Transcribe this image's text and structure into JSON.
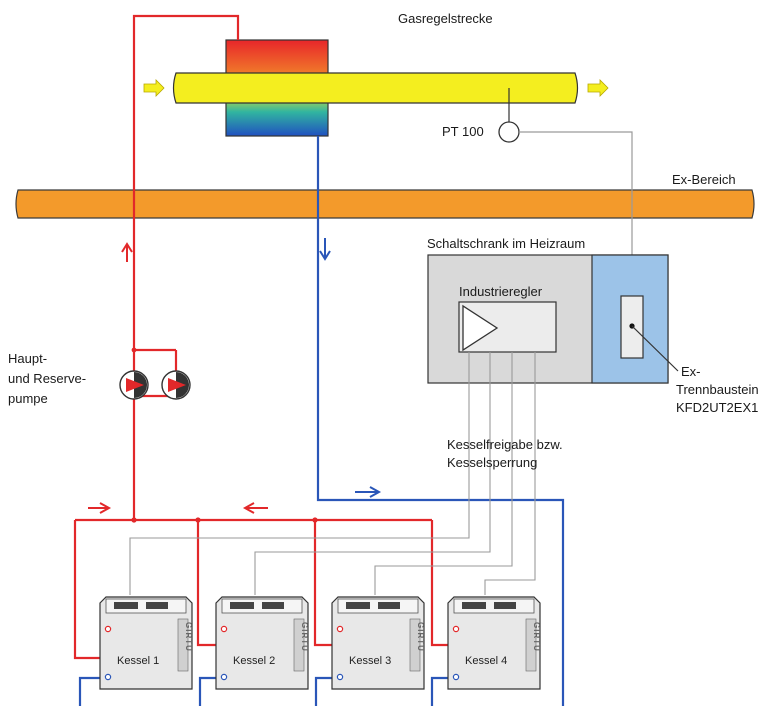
{
  "labels": {
    "gas_line": "Gasregelstrecke",
    "pt100": "PT 100",
    "ex_zone": "Ex-Bereich",
    "cabinet": "Schaltschrank im Heizraum",
    "controller": "Industrieregler",
    "pumps_line1": "Haupt-",
    "pumps_line2": "und Reserve-",
    "pumps_line3": "pumpe",
    "isolator_line1": "Ex-",
    "isolator_line2": "Trennbaustein",
    "isolator_line3": "KFD2UT2EX1",
    "release_line1": "Kesselfreigabe bzw.",
    "release_line2": "Kesselsperrung"
  },
  "boilers": [
    {
      "label": "Kessel 1",
      "brand": "GIRTU"
    },
    {
      "label": "Kessel 2",
      "brand": "GIRTU"
    },
    {
      "label": "Kessel 3",
      "brand": "GIRTU"
    },
    {
      "label": "Kessel 4",
      "brand": "GIRTU"
    }
  ],
  "colors": {
    "supply": "#e2282a",
    "return": "#2a56b8",
    "gas_pipe": "#f4ee1f",
    "ex_band": "#f39a2b",
    "cabinet": "#d9d9d9",
    "isolator_zone": "#9cc3e8",
    "signal": "#9a9a9a"
  }
}
